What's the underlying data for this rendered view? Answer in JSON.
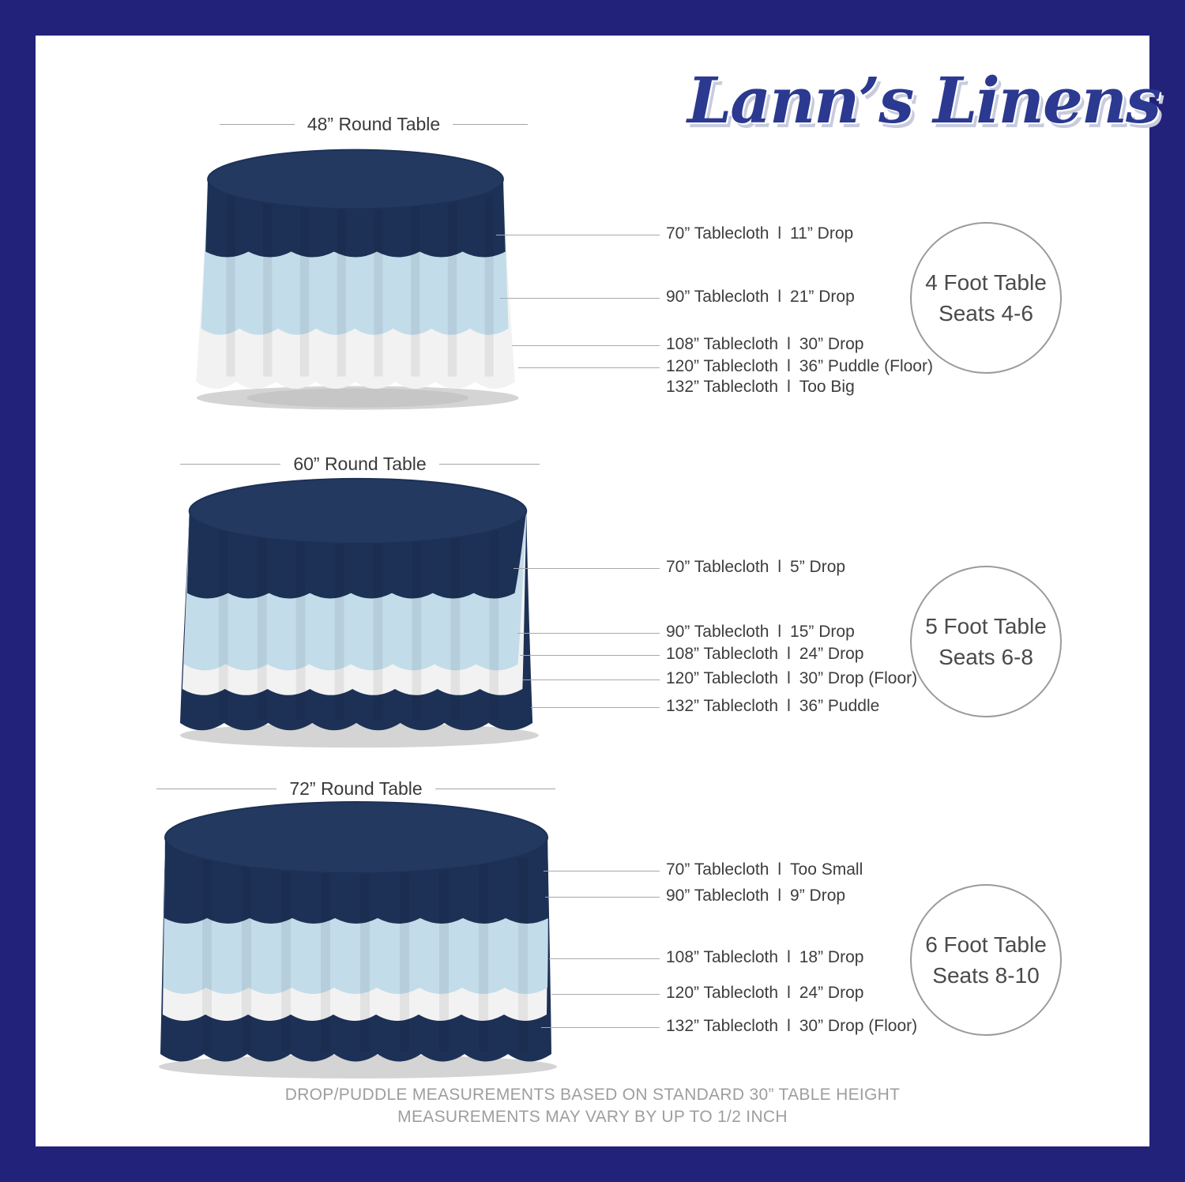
{
  "logo": {
    "text": "Lann’s Linens"
  },
  "divider": "l",
  "colors": {
    "frame_navy": "#23227a",
    "tablecloth_navy": "#1d3156",
    "tablecloth_light_blue": "#c3dcea",
    "tablecloth_white": "#f2f2f2",
    "logo_navy": "#2b3990"
  },
  "sections": [
    {
      "title": "48” Round Table",
      "seat_circle": {
        "line1": "4 Foot Table",
        "line2": "Seats 4-6"
      },
      "callouts": [
        {
          "size": "70” Tablecloth",
          "value": "11” Drop"
        },
        {
          "size": "90” Tablecloth",
          "value": "21” Drop"
        },
        {
          "size": "108” Tablecloth",
          "value": "30” Drop"
        },
        {
          "size": "120” Tablecloth",
          "value": "36” Puddle  (Floor)"
        },
        {
          "size": "132” Tablecloth",
          "value": "Too Big"
        }
      ]
    },
    {
      "title": "60” Round Table",
      "seat_circle": {
        "line1": "5 Foot Table",
        "line2": "Seats 6-8"
      },
      "callouts": [
        {
          "size": "70” Tablecloth",
          "value": "5” Drop"
        },
        {
          "size": "90” Tablecloth",
          "value": "15” Drop"
        },
        {
          "size": "108” Tablecloth",
          "value": "24” Drop"
        },
        {
          "size": "120” Tablecloth",
          "value": "30” Drop  (Floor)"
        },
        {
          "size": "132” Tablecloth",
          "value": "36” Puddle"
        }
      ]
    },
    {
      "title": "72” Round Table",
      "seat_circle": {
        "line1": "6 Foot Table",
        "line2": "Seats 8-10"
      },
      "callouts": [
        {
          "size": "70” Tablecloth",
          "value": "Too Small"
        },
        {
          "size": "90” Tablecloth",
          "value": "9” Drop"
        },
        {
          "size": "108” Tablecloth",
          "value": "18” Drop"
        },
        {
          "size": "120” Tablecloth",
          "value": "24” Drop"
        },
        {
          "size": "132” Tablecloth",
          "value": "30” Drop (Floor)"
        }
      ]
    }
  ],
  "footer": {
    "line1": "DROP/PUDDLE MEASUREMENTS BASED ON STANDARD 30” TABLE HEIGHT",
    "line2": "MEASUREMENTS MAY VARY BY UP TO 1/2 INCH"
  }
}
